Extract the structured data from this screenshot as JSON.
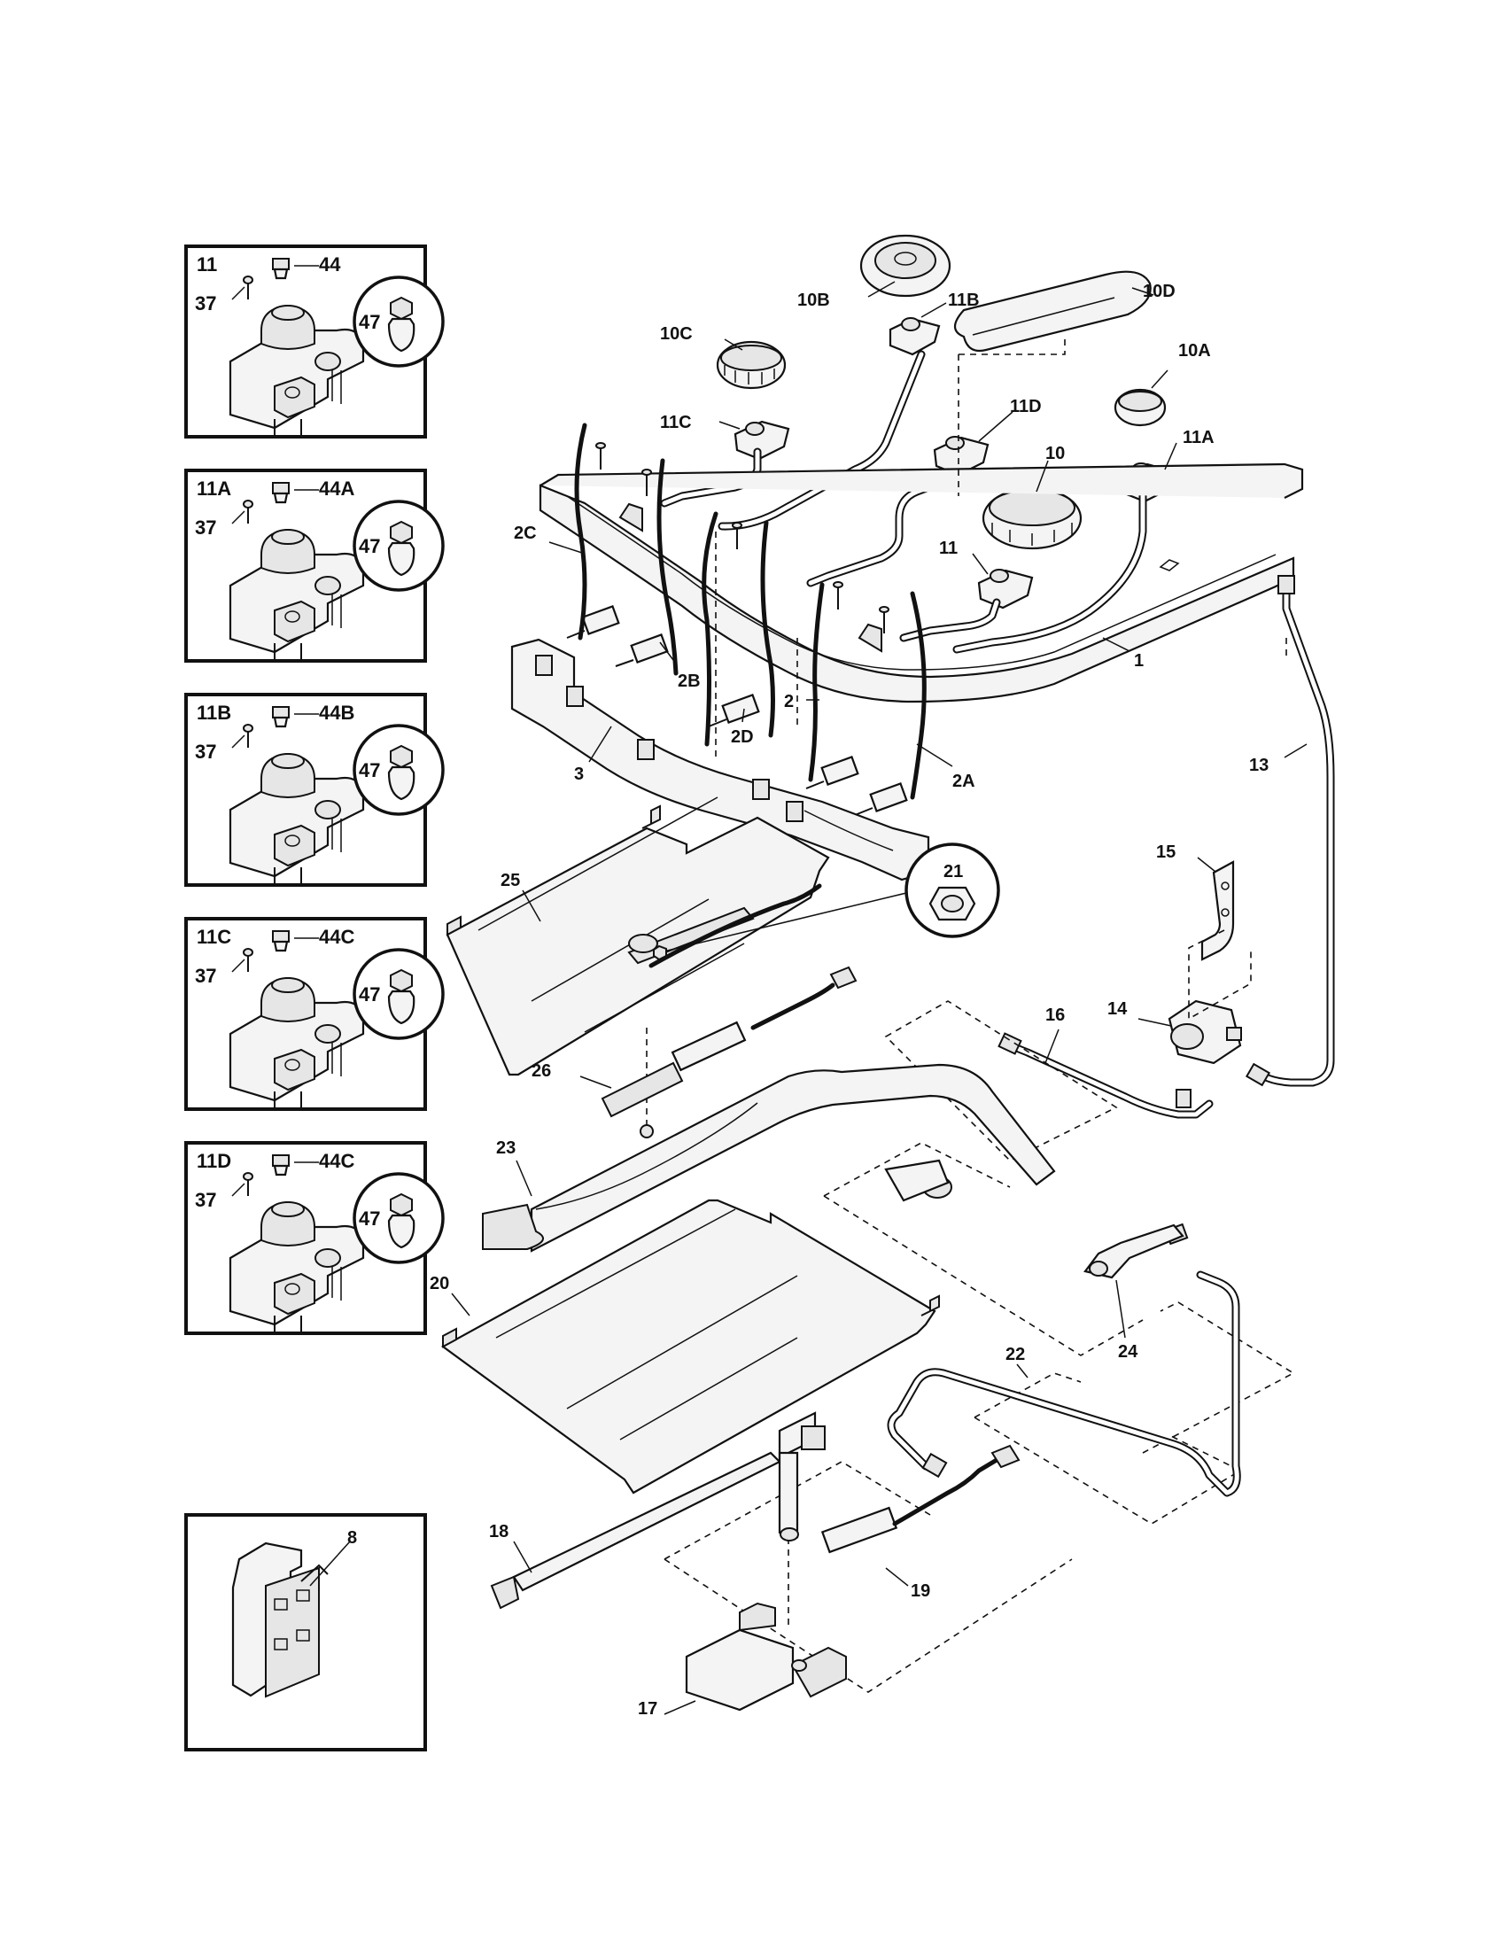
{
  "insets": [
    {
      "name": "11",
      "screw": "37",
      "cap": "44",
      "orifice": "47"
    },
    {
      "name": "11A",
      "screw": "37",
      "cap": "44A",
      "orifice": "47"
    },
    {
      "name": "11B",
      "screw": "37",
      "cap": "44B",
      "orifice": "47"
    },
    {
      "name": "11C",
      "screw": "37",
      "cap": "44C",
      "orifice": "47"
    },
    {
      "name": "11D",
      "screw": "37",
      "cap": "44C",
      "orifice": "47"
    }
  ],
  "inset_bottom": {
    "label": "8"
  },
  "callouts": {
    "c10B": "10B",
    "c11B": "11B",
    "c10D": "10D",
    "c10C": "10C",
    "c10A": "10A",
    "c11C": "11C",
    "c11D": "11D",
    "c10": "10",
    "c11A": "11A",
    "c11": "11",
    "c2C": "2C",
    "c2B": "2B",
    "c2D": "2D",
    "c2": "2",
    "c2A": "2A",
    "c1": "1",
    "c3": "3",
    "c13": "13",
    "c15": "15",
    "c25": "25",
    "c21": "21",
    "c14": "14",
    "c16": "16",
    "c26": "26",
    "c23": "23",
    "c20": "20",
    "c24": "24",
    "c22": "22",
    "c18": "18",
    "c19": "19",
    "c17": "17"
  }
}
